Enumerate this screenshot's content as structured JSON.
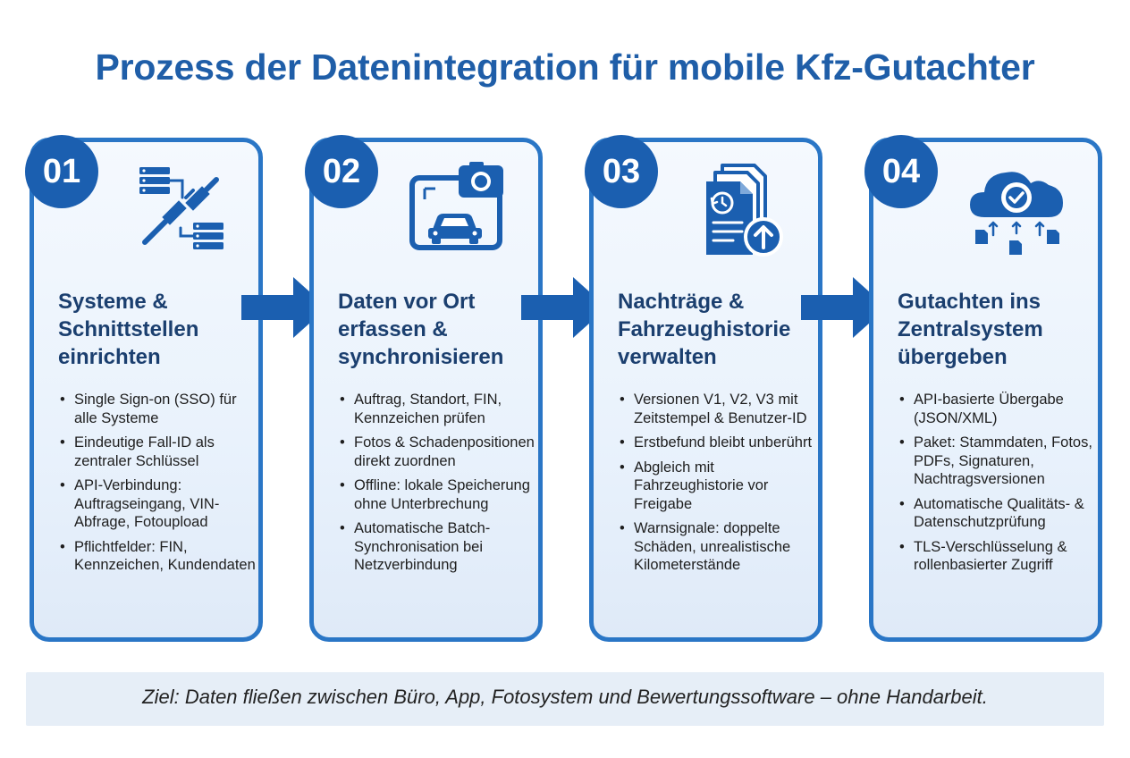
{
  "title": "Prozess der Datenintegration für mobile Kfz-Gutachter",
  "steps": [
    {
      "number": "01",
      "icon": "server-plug-icon",
      "title_lines": [
        "Systeme &",
        "Schnittstellen",
        "einrichten"
      ],
      "bullets": [
        "Single Sign-on (SSO) für alle Systeme",
        "Eindeutige Fall-ID als zentraler Schlüssel",
        "API-Verbindung: Auftragseingang, VIN-Abfrage, Fotoupload",
        "Pflichtfelder: FIN, Kennzeichen, Kundendaten"
      ]
    },
    {
      "number": "02",
      "icon": "tablet-camera-car-icon",
      "title_lines": [
        "Daten vor Ort",
        "erfassen &",
        "synchronisieren"
      ],
      "bullets": [
        "Auftrag, Standort, FIN, Kennzeichen prüfen",
        "Fotos & Schadenpositionen direkt zuordnen",
        "Offline: lokale Speicherung ohne Unterbrechung",
        "Automatische Batch-Synchronisation bei Netzverbindung"
      ]
    },
    {
      "number": "03",
      "icon": "document-history-upload-icon",
      "title_lines": [
        "Nachträge &",
        "Fahrzeughistorie",
        "verwalten"
      ],
      "bullets": [
        "Versionen V1, V2, V3 mit Zeitstempel & Benutzer-ID",
        "Erstbefund bleibt unberührt",
        "Abgleich mit Fahrzeughistorie vor Freigabe",
        "Warnsignale: doppelte Schäden, unrealistische Kilometerstände"
      ]
    },
    {
      "number": "04",
      "icon": "cloud-check-documents-icon",
      "title_lines": [
        "Gutachten ins",
        "Zentralsystem",
        "übergeben"
      ],
      "bullets": [
        "API-basierte Übergabe (JSON/XML)",
        "Paket: Stammdaten, Fotos, PDFs, Signaturen, Nachtragsversionen",
        "Automatische Qualitäts- & Datenschutzprüfung",
        "TLS-Verschlüsselung & rollenbasierter Zugriff"
      ]
    }
  ],
  "goal": "Ziel: Daten fließen zwischen Büro, App, Fotosystem und Bewertungssoftware – ohne Handarbeit.",
  "colors": {
    "title": "#1f5ea8",
    "accent": "#1b5fb0",
    "card_border": "#2a76c6",
    "card_title": "#1b3f6f",
    "goal_background": "#e6eef7"
  }
}
